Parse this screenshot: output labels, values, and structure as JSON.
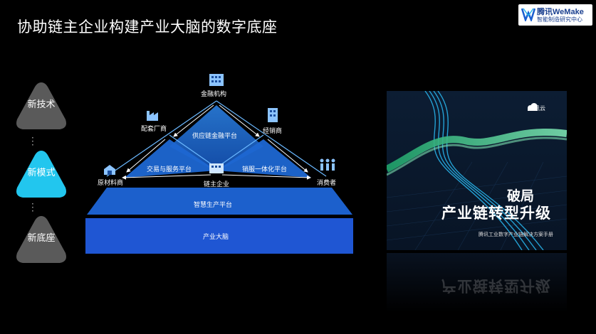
{
  "title": "协助链主企业构建产业大脑的数字底座",
  "logo": {
    "brand": "腾讯WeMake",
    "subtitle": "智能制造研究中心"
  },
  "side_items": [
    {
      "label": "新技术",
      "active": false
    },
    {
      "label": "新模式",
      "active": true
    },
    {
      "label": "新底座",
      "active": false
    }
  ],
  "colors": {
    "active": "#22c6ee",
    "inactive": "#5a5a5a",
    "blue": "#1e6fd6",
    "dark_blue": "#1b5fcb"
  },
  "diagram": {
    "nodes": {
      "finance": "金融机构",
      "supplier": "配套厂商",
      "distributor": "经销商",
      "raw_material": "原材料商",
      "chain_enterprise": "链主企业",
      "consumer": "消费者"
    },
    "platforms": {
      "supply_finance": "供应链金融平台",
      "trade_service": "交易与服务平台",
      "sales_integration": "销服一体化平台"
    },
    "layers": {
      "smart_production": "智慧生产平台",
      "industry_brain": "产业大脑"
    }
  },
  "cover": {
    "brand": "腾讯云",
    "title_1": "破局",
    "title_2": "产业链转型升级",
    "subtitle": "腾讯工业数字产业链解决方案手册"
  }
}
